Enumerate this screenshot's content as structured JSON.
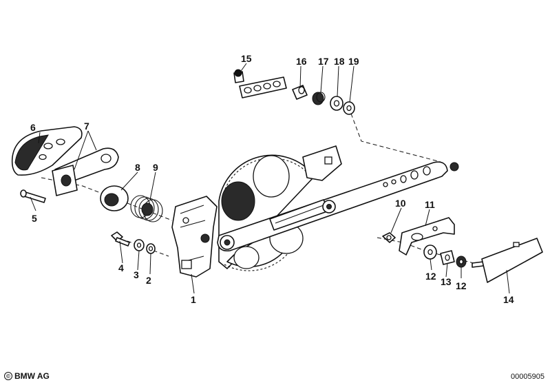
{
  "diagram": {
    "callouts": [
      "1",
      "2",
      "3",
      "4",
      "5",
      "6",
      "7",
      "8",
      "9",
      "10",
      "11",
      "12",
      "12",
      "13",
      "14",
      "15",
      "16",
      "17",
      "18",
      "19"
    ]
  },
  "footer": {
    "copyright_symbol": "©",
    "brand": "BMW AG",
    "image_number": "00005905"
  },
  "icons": {
    "copyright": "copyright-icon"
  }
}
